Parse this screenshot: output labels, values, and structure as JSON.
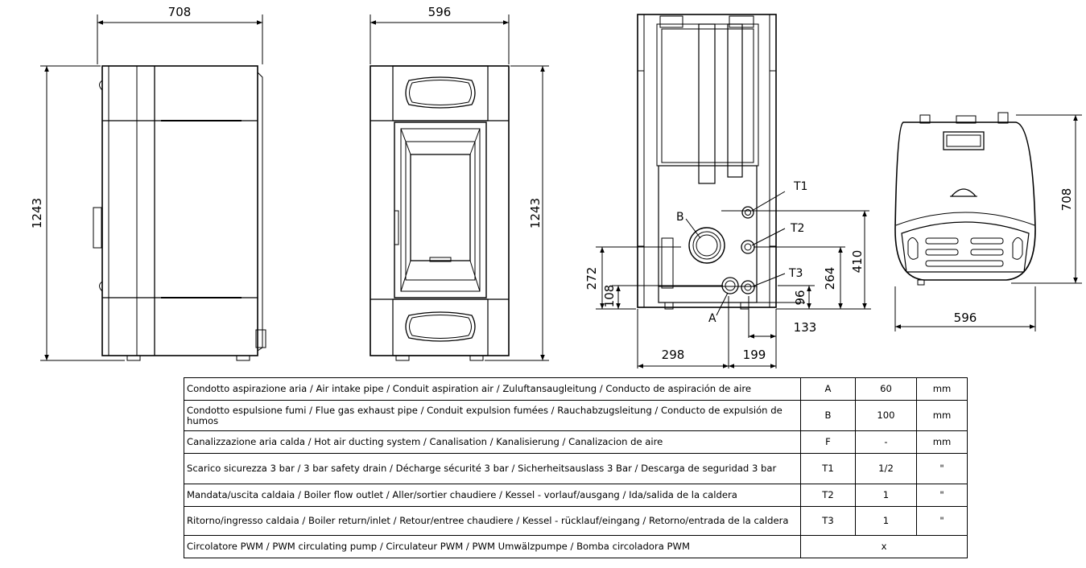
{
  "dimensions": {
    "side_width": "708",
    "side_height": "1243",
    "front_width": "596",
    "front_height": "1243",
    "rear_272": "272",
    "rear_108": "108",
    "rear_264": "264",
    "rear_410": "410",
    "rear_96": "96",
    "rear_133": "133",
    "rear_298": "298",
    "rear_199": "199",
    "top_width": "596",
    "top_depth": "708"
  },
  "connection_labels": {
    "A": "A",
    "B": "B",
    "T1": "T1",
    "T2": "T2",
    "T3": "T3"
  },
  "table": {
    "rows": [
      {
        "desc": "Condotto aspirazione aria / Air intake pipe / Conduit aspiration air / Zuluftansaugleitung / Conducto de aspiración de aire",
        "code": "A",
        "value": "60",
        "unit": "mm"
      },
      {
        "desc": "Condotto espulsione fumi / Flue gas exhaust pipe / Conduit expulsion fumées / Rauchabzugsleitung / Conducto de expulsión de humos",
        "code": "B",
        "value": "100",
        "unit": "mm"
      },
      {
        "desc": "Canalizzazione aria calda / Hot air ducting system / Canalisation / Kanalisierung / Canalizacion de aire",
        "code": "F",
        "value": "-",
        "unit": "mm"
      },
      {
        "desc": "Scarico sicurezza 3 bar / 3 bar safety drain / Décharge sécurité 3 bar / Sicherheitsauslass 3 Bar / Descarga de seguridad 3 bar",
        "code": "T1",
        "value": "1/2",
        "unit": "\""
      },
      {
        "desc": "Mandata/uscita caldaia / Boiler flow outlet / Aller/sortier chaudiere / Kessel - vorlauf/ausgang / Ida/salida de la caldera",
        "code": "T2",
        "value": "1",
        "unit": "\""
      },
      {
        "desc": "Ritorno/ingresso caldaia / Boiler return/inlet / Retour/entree chaudiere / Kessel - rücklauf/eingang / Retorno/entrada de la caldera",
        "code": "T3",
        "value": "1",
        "unit": "\""
      }
    ],
    "last_row": {
      "desc": "Circolatore PWM / PWM circulating pump / Circulateur PWM / PWM Umwälzpumpe / Bomba circoladora PWM",
      "value": "x"
    }
  }
}
